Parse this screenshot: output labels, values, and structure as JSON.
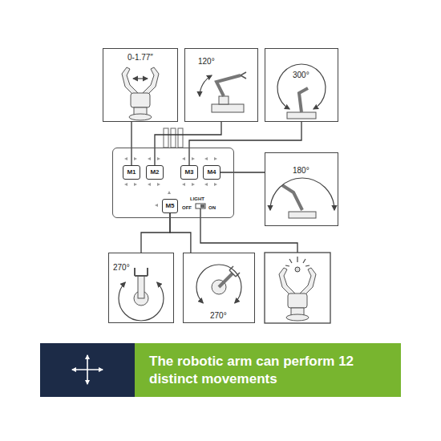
{
  "diagram": {
    "nodes": [
      {
        "text": [
          "0-1.77″"
        ]
      },
      {
        "text": [
          "120°"
        ]
      },
      {
        "text": [
          "300°"
        ]
      },
      {
        "text": [
          "LIGHT",
          "OFF",
          "ON"
        ]
      },
      {
        "text": [
          "M1"
        ],
        "in": 3
      },
      {
        "text": [
          "M2"
        ],
        "in": 3
      },
      {
        "text": [
          "M3"
        ],
        "in": 3
      },
      {
        "text": [
          "M4"
        ],
        "in": 3
      },
      {
        "text": [
          "180°"
        ]
      },
      {
        "text": [
          "M5"
        ],
        "in": 3
      },
      {
        "text": [
          "270°"
        ]
      },
      {
        "text": [
          "270°"
        ]
      },
      {
        "text": [
          "The robotic arm can perform 12 distinct movements"
        ]
      }
    ],
    "edges": [
      {
        "from": 4,
        "to": 0,
        "arrow": "none"
      },
      {
        "from": 5,
        "to": 1,
        "arrow": "none"
      },
      {
        "from": 6,
        "to": 2,
        "arrow": "none"
      },
      {
        "from": 7,
        "to": 8,
        "arrow": "none"
      },
      {
        "from": 9,
        "to": 10,
        "arrow": "none"
      },
      {
        "from": 9,
        "to": 11,
        "arrow": "none"
      }
    ]
  }
}
